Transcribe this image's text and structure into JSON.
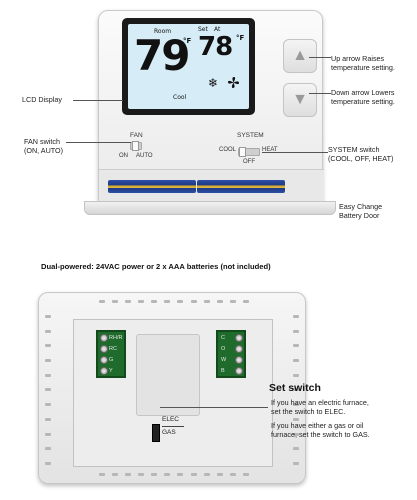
{
  "display": {
    "room_label": "Room",
    "room_temp": "79",
    "room_unit": "°F",
    "set_label": "Set",
    "at_label": "At",
    "set_temp": "78",
    "set_unit": "°F",
    "mode_label": "Cool"
  },
  "labels": {
    "fan": "FAN",
    "fan_on": "ON",
    "fan_auto": "AUTO",
    "system": "SYSTEM",
    "sys_cool": "COOL",
    "sys_off": "OFF",
    "sys_heat": "HEAT"
  },
  "callouts": {
    "lcd": "LCD Display",
    "fan_switch_1": "FAN switch",
    "fan_switch_2": "(ON, AUTO)",
    "up_1": "Up arrow Raises",
    "up_2": "temperature setting.",
    "down_1": "Down arrow Lowers",
    "down_2": "temperature setting.",
    "system_1": "SYSTEM switch",
    "system_2": "(COOL, OFF, HEAT)",
    "door_1": "Easy Change",
    "door_2": "Battery Door"
  },
  "power_note": "Dual-powered: 24VAC power or 2 x AAA batteries (not included)",
  "terminals": {
    "left": [
      "RH/R",
      "RC",
      "G",
      "Y"
    ],
    "right": [
      "C",
      "O",
      "W",
      "B"
    ]
  },
  "set_switch": {
    "elec": "ELEC",
    "gas": "GAS",
    "title": "Set switch",
    "line1": "If you have an electric furnace,",
    "line2": "set the switch to ELEC.",
    "line3": "If you have either a gas or oil",
    "line4": "furnace, set the switch to GAS."
  },
  "colors": {
    "lcd_background": "#d6ecf6",
    "terminal_board": "#1f6b2b",
    "battery_blue": "#1e3883",
    "battery_gold": "#e0b843"
  }
}
